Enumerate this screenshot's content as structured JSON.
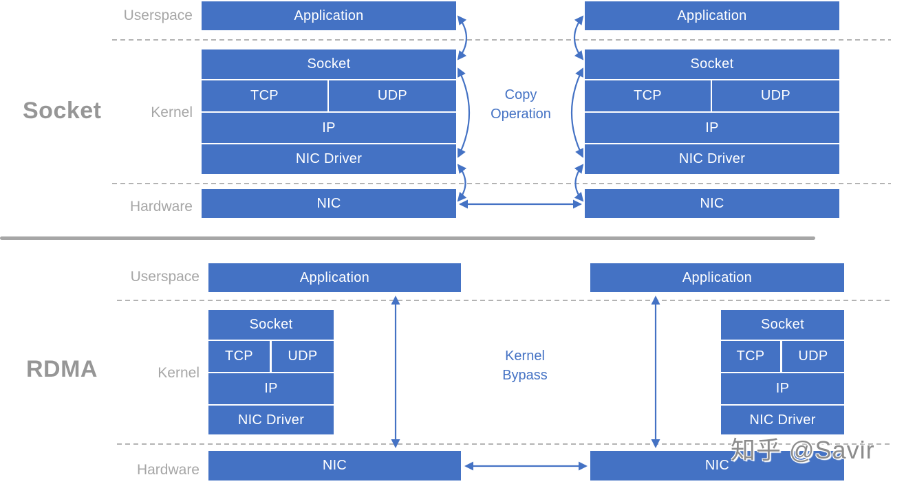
{
  "colors": {
    "box_blue": "#4472C4",
    "arrow_blue": "#4472C4",
    "label_gray": "#a6a6a6",
    "title_gray": "#969696",
    "dash_gray": "#b3b3b3",
    "divider_gray": "#a6a6a6",
    "center_text_blue": "#4472C4",
    "watermark_gray": "#8c8c8c"
  },
  "socket_section": {
    "title": "Socket",
    "labels": {
      "userspace": "Userspace",
      "kernel": "Kernel",
      "hardware": "Hardware"
    },
    "center": {
      "line1": "Copy",
      "line2": "Operation"
    },
    "layers": {
      "application": "Application",
      "socket": "Socket",
      "tcp": "TCP",
      "udp": "UDP",
      "ip": "IP",
      "nic_driver": "NIC Driver",
      "nic": "NIC"
    }
  },
  "rdma_section": {
    "title": "RDMA",
    "labels": {
      "userspace": "Userspace",
      "kernel": "Kernel",
      "hardware": "Hardware"
    },
    "center": {
      "line1": "Kernel",
      "line2": "Bypass"
    },
    "layers": {
      "application": "Application",
      "socket": "Socket",
      "tcp": "TCP",
      "udp": "UDP",
      "ip": "IP",
      "nic_driver": "NIC Driver",
      "nic": "NIC"
    }
  },
  "watermark": "知乎 @Savir"
}
